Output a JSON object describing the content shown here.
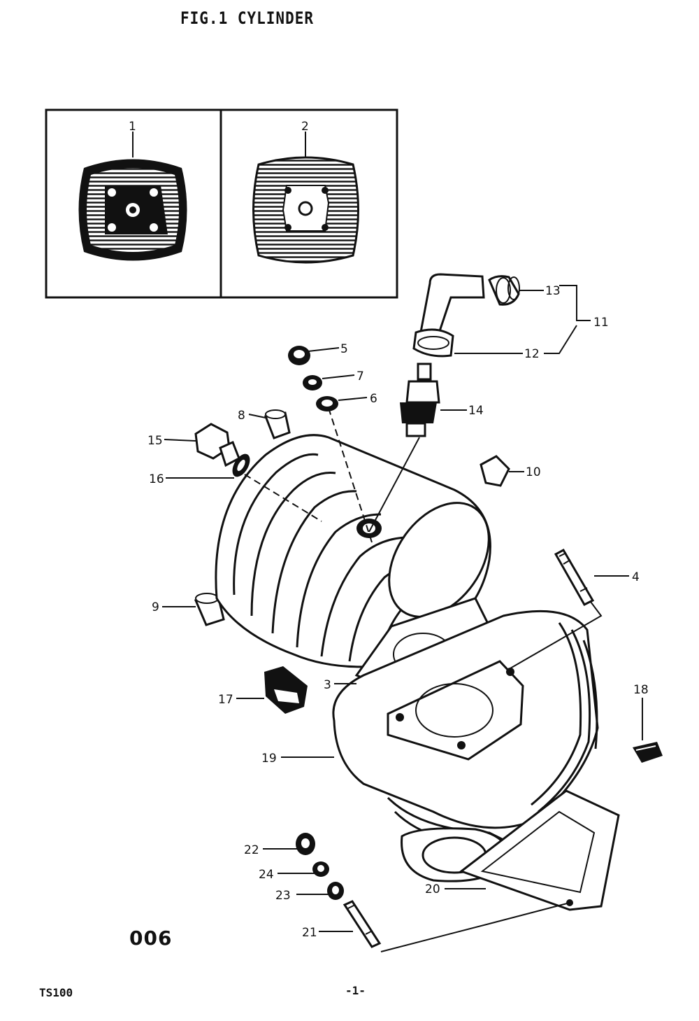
{
  "title": "FIG.1 CYLINDER",
  "figure_code": "006",
  "model": "TS100",
  "page_number": "-1-",
  "callouts": [
    "1",
    "2",
    "3",
    "4",
    "5",
    "6",
    "7",
    "8",
    "9",
    "10",
    "11",
    "12",
    "13",
    "14",
    "15",
    "16",
    "17",
    "18",
    "19",
    "20",
    "21",
    "22",
    "23",
    "24"
  ]
}
